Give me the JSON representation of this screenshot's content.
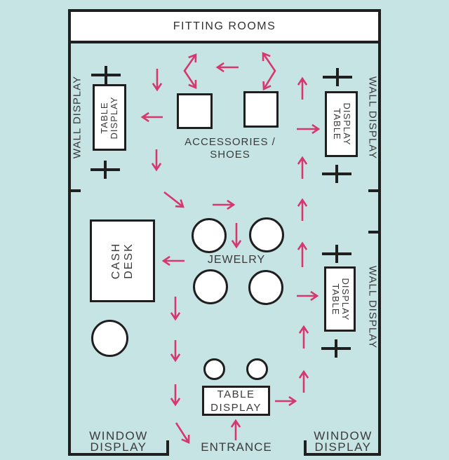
{
  "colors": {
    "background": "#c7e4e5",
    "line": "#1f1f1f",
    "text": "#3a3a3a",
    "accent_pink": "#d5376f"
  },
  "labels": {
    "fitting_rooms": "FITTING ROOMS",
    "wall_display": "WALL DISPLAY",
    "window_display": {
      "line1": "WINDOW",
      "line2": "DISPLAY"
    },
    "entrance": "ENTRANCE",
    "accessories_shoes": {
      "line1": "ACCESSORIES /",
      "line2": "SHOES"
    },
    "jewelry": "JEWELRY",
    "cash_desk": {
      "line1": "CASH",
      "line2": "DESK"
    },
    "table_display": {
      "line1": "TABLE",
      "line2": "DISPLAY"
    }
  },
  "flow_arrows": [
    {
      "name": "zigzag-fitting-left",
      "points": [
        [
          279,
          78
        ],
        [
          263,
          101
        ],
        [
          279,
          125
        ]
      ],
      "heads": [
        "start",
        "end"
      ]
    },
    {
      "name": "zigzag-fitting-right",
      "points": [
        [
          375,
          76
        ],
        [
          392,
          101
        ],
        [
          376,
          127
        ]
      ],
      "heads": [
        "start",
        "end"
      ]
    },
    {
      "name": "left-top-center",
      "points": [
        [
          340,
          96
        ],
        [
          310,
          96
        ]
      ],
      "heads": [
        "end"
      ]
    },
    {
      "name": "down-upper-left",
      "points": [
        [
          224,
          98
        ],
        [
          224,
          128
        ]
      ],
      "heads": [
        "end"
      ]
    },
    {
      "name": "left-to-left-table",
      "points": [
        [
          232,
          167
        ],
        [
          203,
          167
        ]
      ],
      "heads": [
        "end"
      ]
    },
    {
      "name": "down-mid-left",
      "points": [
        [
          223,
          213
        ],
        [
          223,
          242
        ]
      ],
      "heads": [
        "end"
      ]
    },
    {
      "name": "diag-toward-center",
      "points": [
        [
          234,
          274
        ],
        [
          261,
          295
        ]
      ],
      "heads": [
        "end"
      ]
    },
    {
      "name": "right-above-jewelry",
      "points": [
        [
          303,
          292
        ],
        [
          333,
          292
        ]
      ],
      "heads": [
        "end"
      ]
    },
    {
      "name": "down-between-jewelry",
      "points": [
        [
          337,
          318
        ],
        [
          337,
          352
        ]
      ],
      "heads": [
        "end"
      ]
    },
    {
      "name": "left-to-cash-desk",
      "points": [
        [
          263,
          372
        ],
        [
          233,
          372
        ]
      ],
      "heads": [
        "end"
      ]
    },
    {
      "name": "down-left-column-1",
      "points": [
        [
          250,
          423
        ],
        [
          250,
          455
        ]
      ],
      "heads": [
        "end"
      ]
    },
    {
      "name": "down-left-column-2",
      "points": [
        [
          250,
          485
        ],
        [
          250,
          514
        ]
      ],
      "heads": [
        "end"
      ]
    },
    {
      "name": "down-left-column-3",
      "points": [
        [
          250,
          548
        ],
        [
          250,
          577
        ]
      ],
      "heads": [
        "end"
      ]
    },
    {
      "name": "diag-to-entrance",
      "points": [
        [
          251,
          603
        ],
        [
          269,
          631
        ]
      ],
      "heads": [
        "end"
      ]
    },
    {
      "name": "up-from-entrance",
      "points": [
        [
          336,
          628
        ],
        [
          336,
          600
        ]
      ],
      "heads": [
        "end"
      ]
    },
    {
      "name": "right-from-bottom-table",
      "points": [
        [
          392,
          572
        ],
        [
          421,
          572
        ]
      ],
      "heads": [
        "end"
      ]
    },
    {
      "name": "up-right-column-1",
      "points": [
        [
          433,
          560
        ],
        [
          433,
          530
        ]
      ],
      "heads": [
        "end"
      ]
    },
    {
      "name": "up-right-column-2",
      "points": [
        [
          433,
          497
        ],
        [
          433,
          466
        ]
      ],
      "heads": [
        "end"
      ]
    },
    {
      "name": "right-to-mid-table",
      "points": [
        [
          423,
          422
        ],
        [
          452,
          422
        ]
      ],
      "heads": [
        "end"
      ]
    },
    {
      "name": "up-right-column-3",
      "points": [
        [
          431,
          381
        ],
        [
          431,
          347
        ]
      ],
      "heads": [
        "end"
      ]
    },
    {
      "name": "up-right-column-4",
      "points": [
        [
          431,
          315
        ],
        [
          431,
          285
        ]
      ],
      "heads": [
        "end"
      ]
    },
    {
      "name": "up-right-column-5",
      "points": [
        [
          431,
          255
        ],
        [
          431,
          225
        ]
      ],
      "heads": [
        "end"
      ]
    },
    {
      "name": "right-to-top-table",
      "points": [
        [
          423,
          184
        ],
        [
          454,
          184
        ]
      ],
      "heads": [
        "end"
      ]
    },
    {
      "name": "up-right-column-6",
      "points": [
        [
          431,
          142
        ],
        [
          431,
          112
        ]
      ],
      "heads": [
        "end"
      ]
    }
  ]
}
